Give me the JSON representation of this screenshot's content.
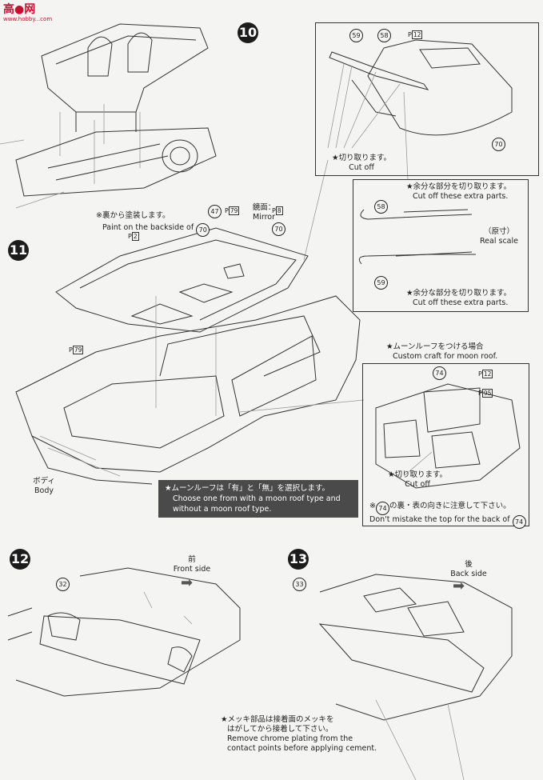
{
  "logo": {
    "text": "高●网",
    "sub": "www.hobby...com"
  },
  "steps": {
    "s10": "10",
    "s11": "11",
    "s12": "12",
    "s13": "13"
  },
  "step10": {
    "part59": "59",
    "part58": "58",
    "part70": "70",
    "ref": "P",
    "ref_box": "12",
    "cutoff_jp": "★切り取ります。",
    "cutoff_en": "Cut off",
    "extra_jp": "★余分な部分を切り取ります。",
    "extra_en": "Cut off these extra parts.",
    "scale_jp": "（原寸）",
    "scale_en": "Real scale",
    "extra2_jp": "★余分な部分を切り取ります。",
    "extra2_en": "Cut off these extra parts."
  },
  "step11": {
    "backside_jp": "※裏から塗装します。",
    "backside_en": "Paint on the backside of",
    "backside_part": "70",
    "part47": "47",
    "ref47": "P",
    "ref47_box": "79",
    "mirror_jp": "鏡面：",
    "mirror_en": "Mirror",
    "mirror_ref": "P",
    "mirror_box": "8",
    "part70": "70",
    "ref2": "P",
    "ref2_box": "2",
    "ref79": "P",
    "ref79_box": "79",
    "body_jp": "ボディ",
    "body_en": "Body",
    "notice": [
      "★ムーンルーフは「有」と「無」を選択します。",
      "Choose one from with a moon roof type and",
      "without a moon roof type."
    ],
    "moonroof_jp": "★ムーンルーフをつける場合",
    "moonroof_en": "Custom craft for moon roof.",
    "part74": "74",
    "ref12": "P",
    "ref12_box": "12",
    "ref95": "P",
    "ref95_box": "95",
    "cutoff_jp": "★切り取ります。",
    "cutoff_en": "Cut off",
    "top_jp_a": "※",
    "top_part": "74",
    "top_jp_b": "の裏・表の向きに注意して下さい。",
    "top_en_a": "Don't mistake the top for the back of",
    "top_en_part": "74"
  },
  "step12": {
    "part32": "32",
    "front_jp": "前",
    "front_en": "Front side"
  },
  "step13": {
    "part33": "33",
    "back_jp": "後",
    "back_en": "Back side"
  },
  "footer": {
    "jp1": "★メッキ部品は接着面のメッキを",
    "jp2": "はがしてから接着して下さい。",
    "en1": "Remove chrome plating from the",
    "en2": "contact points before applying cement."
  }
}
